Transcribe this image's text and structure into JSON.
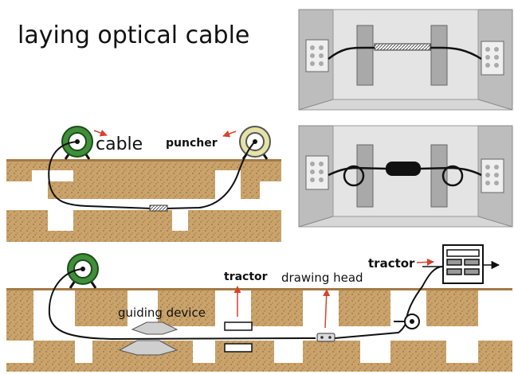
{
  "title": "laying optical cable",
  "labels": {
    "cable": "cable",
    "puncher": "puncher",
    "tractor_left": "tractor",
    "drawing_head": "drawing head",
    "tractor_right": "tractor",
    "guiding_device": "guiding device"
  },
  "colors": {
    "soil": "#c9a36b",
    "soil_dark": "#a57a45",
    "reel_green": "#3f8f3a",
    "reel_cream": "#e6e2a6",
    "arrow_red": "#d9412b",
    "wall_grey": "#cfcfcf",
    "tunnel_white": "#ffffff"
  },
  "icons": [
    "cable-reel-icon",
    "puncher-reel-icon",
    "tractor-icon",
    "pulley-icon",
    "drawing-head-icon",
    "junction-box-icon"
  ]
}
